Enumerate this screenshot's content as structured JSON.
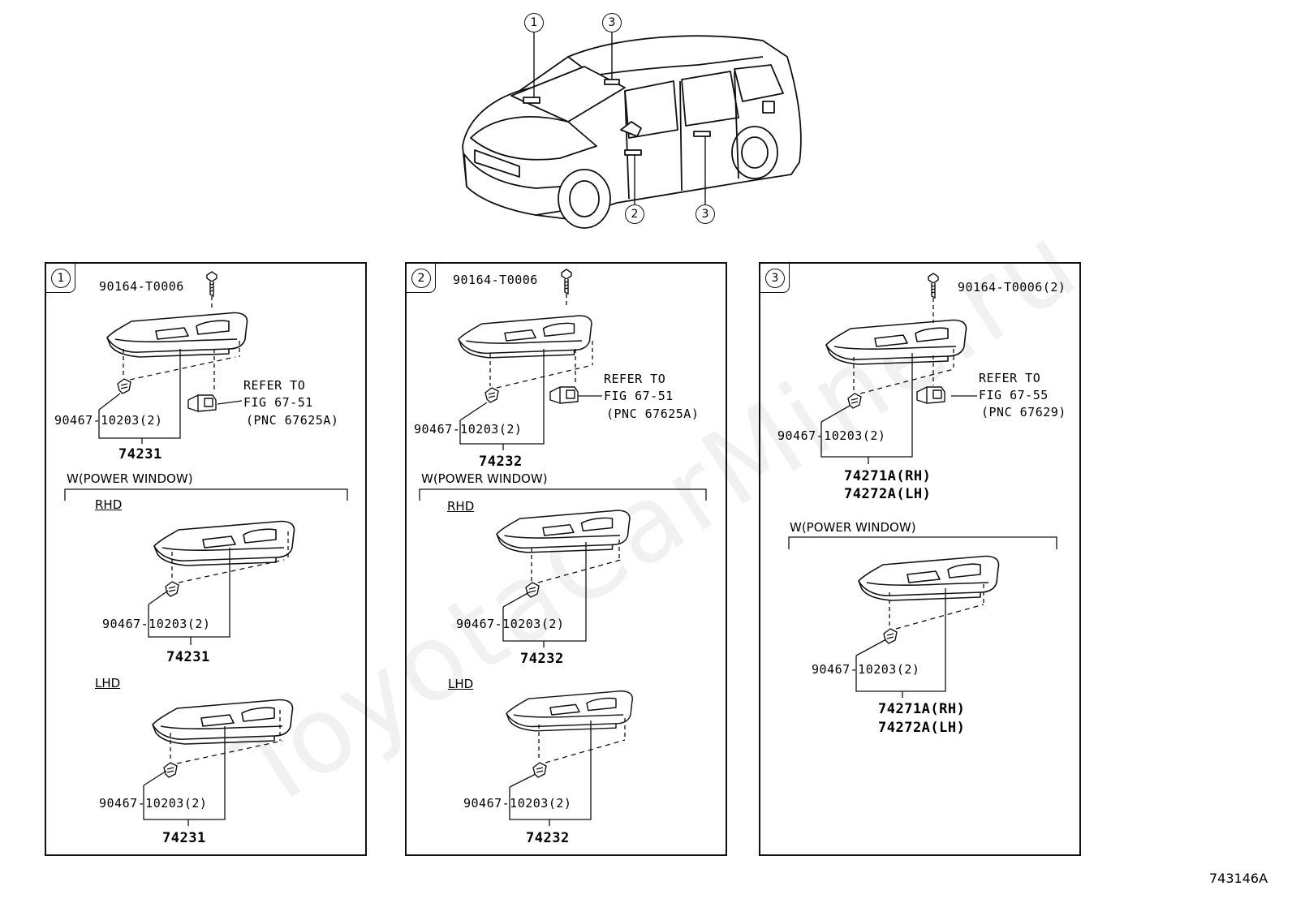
{
  "watermark": "ToyotaCarMine.ru",
  "diagram_code": "743146A",
  "overview": {
    "callouts": [
      "1",
      "3",
      "2",
      "3"
    ]
  },
  "panels": [
    {
      "index": "1",
      "bolt": "90164-T0006",
      "clip_main": "90467-10203(2)",
      "refer": [
        "REFER TO",
        "FIG 67-51",
        "(PNC 67625A)"
      ],
      "part_main": "74231",
      "power_window_label": "W(POWER WINDOW)",
      "rhd_label": "RHD",
      "clip_rhd": "90467-10203(2)",
      "part_rhd": "74231",
      "lhd_label": "LHD",
      "clip_lhd": "90467-10203(2)",
      "part_lhd": "74231"
    },
    {
      "index": "2",
      "bolt": "90164-T0006",
      "clip_main": "90467-10203(2)",
      "refer": [
        "REFER TO",
        "FIG 67-51",
        "(PNC 67625A)"
      ],
      "part_main": "74232",
      "power_window_label": "W(POWER WINDOW)",
      "rhd_label": "RHD",
      "clip_rhd": "90467-10203(2)",
      "part_rhd": "74232",
      "lhd_label": "LHD",
      "clip_lhd": "90467-10203(2)",
      "part_lhd": "74232"
    },
    {
      "index": "3",
      "bolt": "90164-T0006(2)",
      "clip_main": "90467-10203(2)",
      "refer": [
        "REFER TO",
        "FIG 67-55",
        "(PNC 67629)"
      ],
      "part_main": [
        "74271A(RH)",
        "74272A(LH)"
      ],
      "power_window_label": "W(POWER WINDOW)",
      "clip_pw": "90467-10203(2)",
      "part_pw": [
        "74271A(RH)",
        "74272A(LH)"
      ]
    }
  ]
}
